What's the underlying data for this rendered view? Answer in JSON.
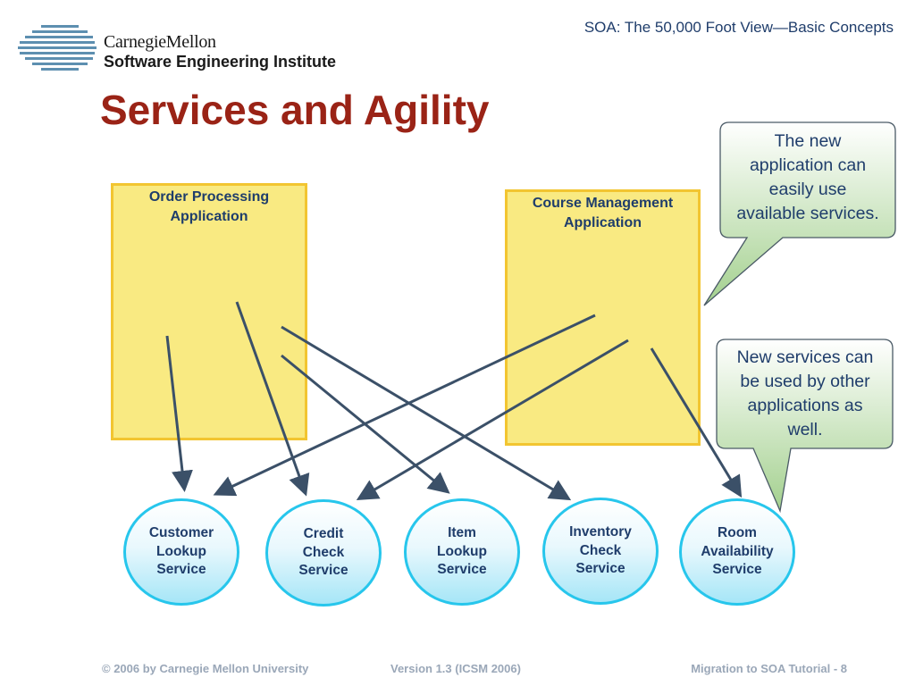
{
  "header": {
    "org_line1": "CarnegieMellon",
    "org_line2": "Software Engineering Institute",
    "deck_title": "SOA: The 50,000 Foot View—Basic Concepts"
  },
  "slide": {
    "title": "Services and Agility"
  },
  "applications": [
    {
      "line1": "Order Processing",
      "line2": "Application"
    },
    {
      "line1": "Course Management",
      "line2": "Application"
    }
  ],
  "services": [
    {
      "line1": "Customer",
      "line2": "Lookup",
      "line3": "Service"
    },
    {
      "line1": "Credit",
      "line2": "Check",
      "line3": "Service"
    },
    {
      "line1": "Item",
      "line2": "Lookup",
      "line3": "Service"
    },
    {
      "line1": "Inventory",
      "line2": "Check",
      "line3": "Service"
    },
    {
      "line1": "Room",
      "line2": "Availability",
      "line3": "Service"
    }
  ],
  "callouts": [
    {
      "lines": [
        "The new",
        "application can",
        "easily use",
        "available services."
      ]
    },
    {
      "lines": [
        "New services can",
        "be used by other",
        "applications as",
        "well."
      ]
    }
  ],
  "footer": {
    "copyright": "© 2006 by Carnegie Mellon University",
    "version": "Version 1.3 (ICSM 2006)",
    "page": "Migration to SOA Tutorial - 8"
  },
  "colors": {
    "title": "#9a2316",
    "text": "#1f3d6b",
    "app_fill": "#f9ea82",
    "app_border": "#f2c531",
    "service_border": "#27c6ec",
    "arrow": "#3b5068",
    "callout_fill_top": "#ffffff",
    "callout_fill_bottom": "#a3d08e"
  },
  "icons": {
    "logo": "sei-striped-globe-logo"
  }
}
